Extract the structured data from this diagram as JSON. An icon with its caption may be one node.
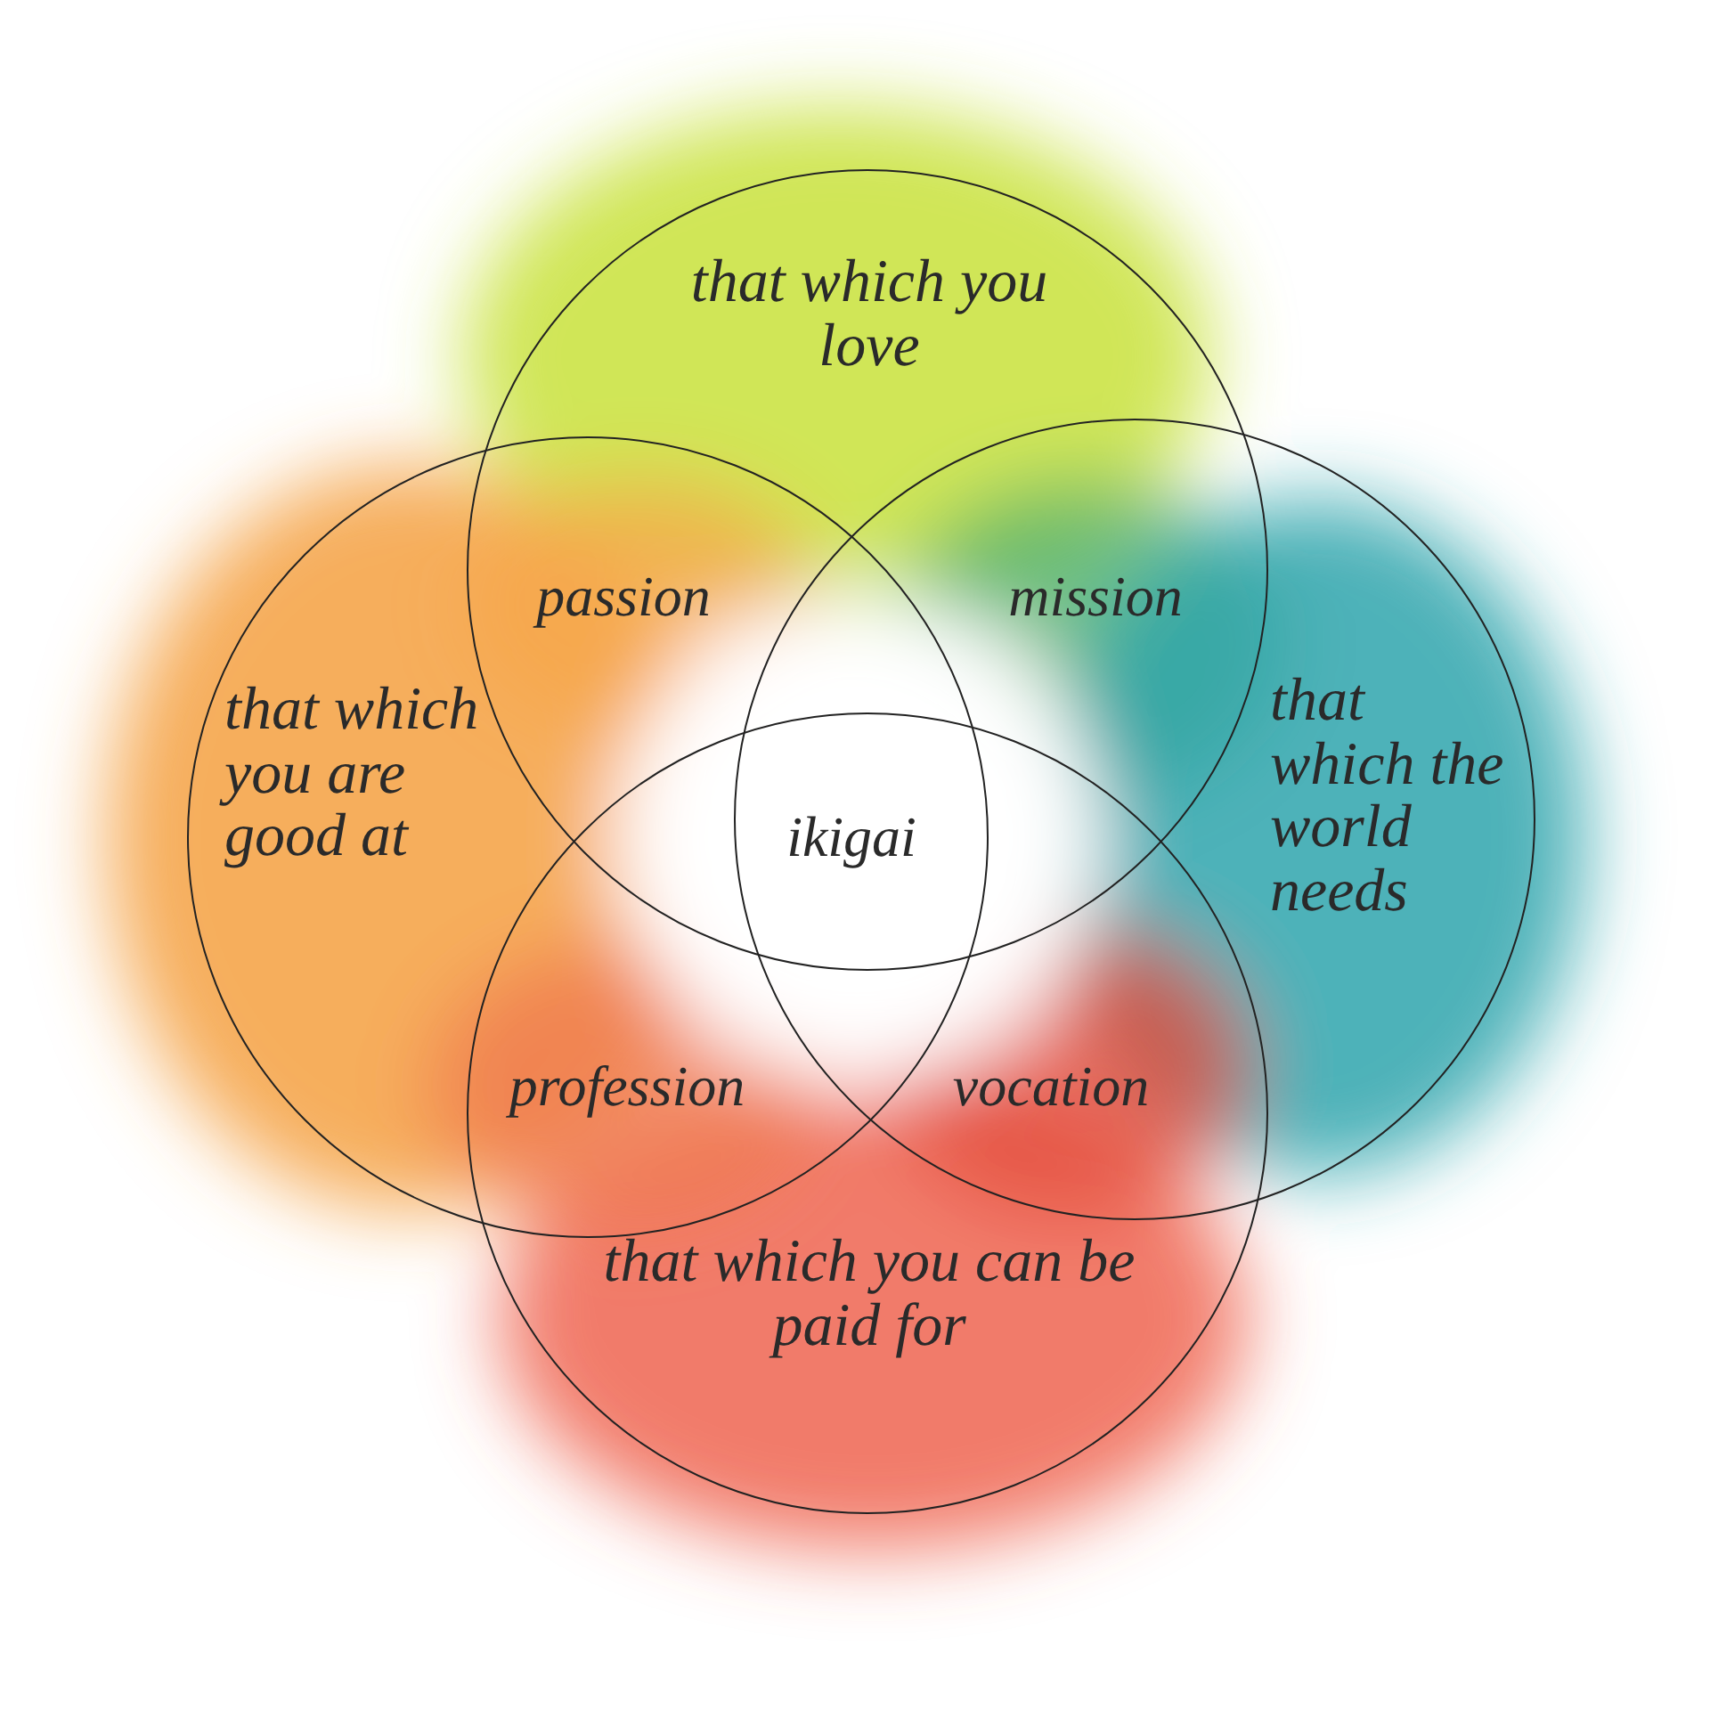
{
  "diagram": {
    "nodes": [
      {
        "text": [
          "that which you love"
        ]
      },
      {
        "text": [
          "that which you are good at"
        ]
      },
      {
        "text": [
          "that which the world needs"
        ]
      },
      {
        "text": [
          "that which you can be paid for"
        ]
      }
    ],
    "labels": [
      "passion",
      "mission",
      "ikigai",
      "profession",
      "vocation"
    ]
  }
}
